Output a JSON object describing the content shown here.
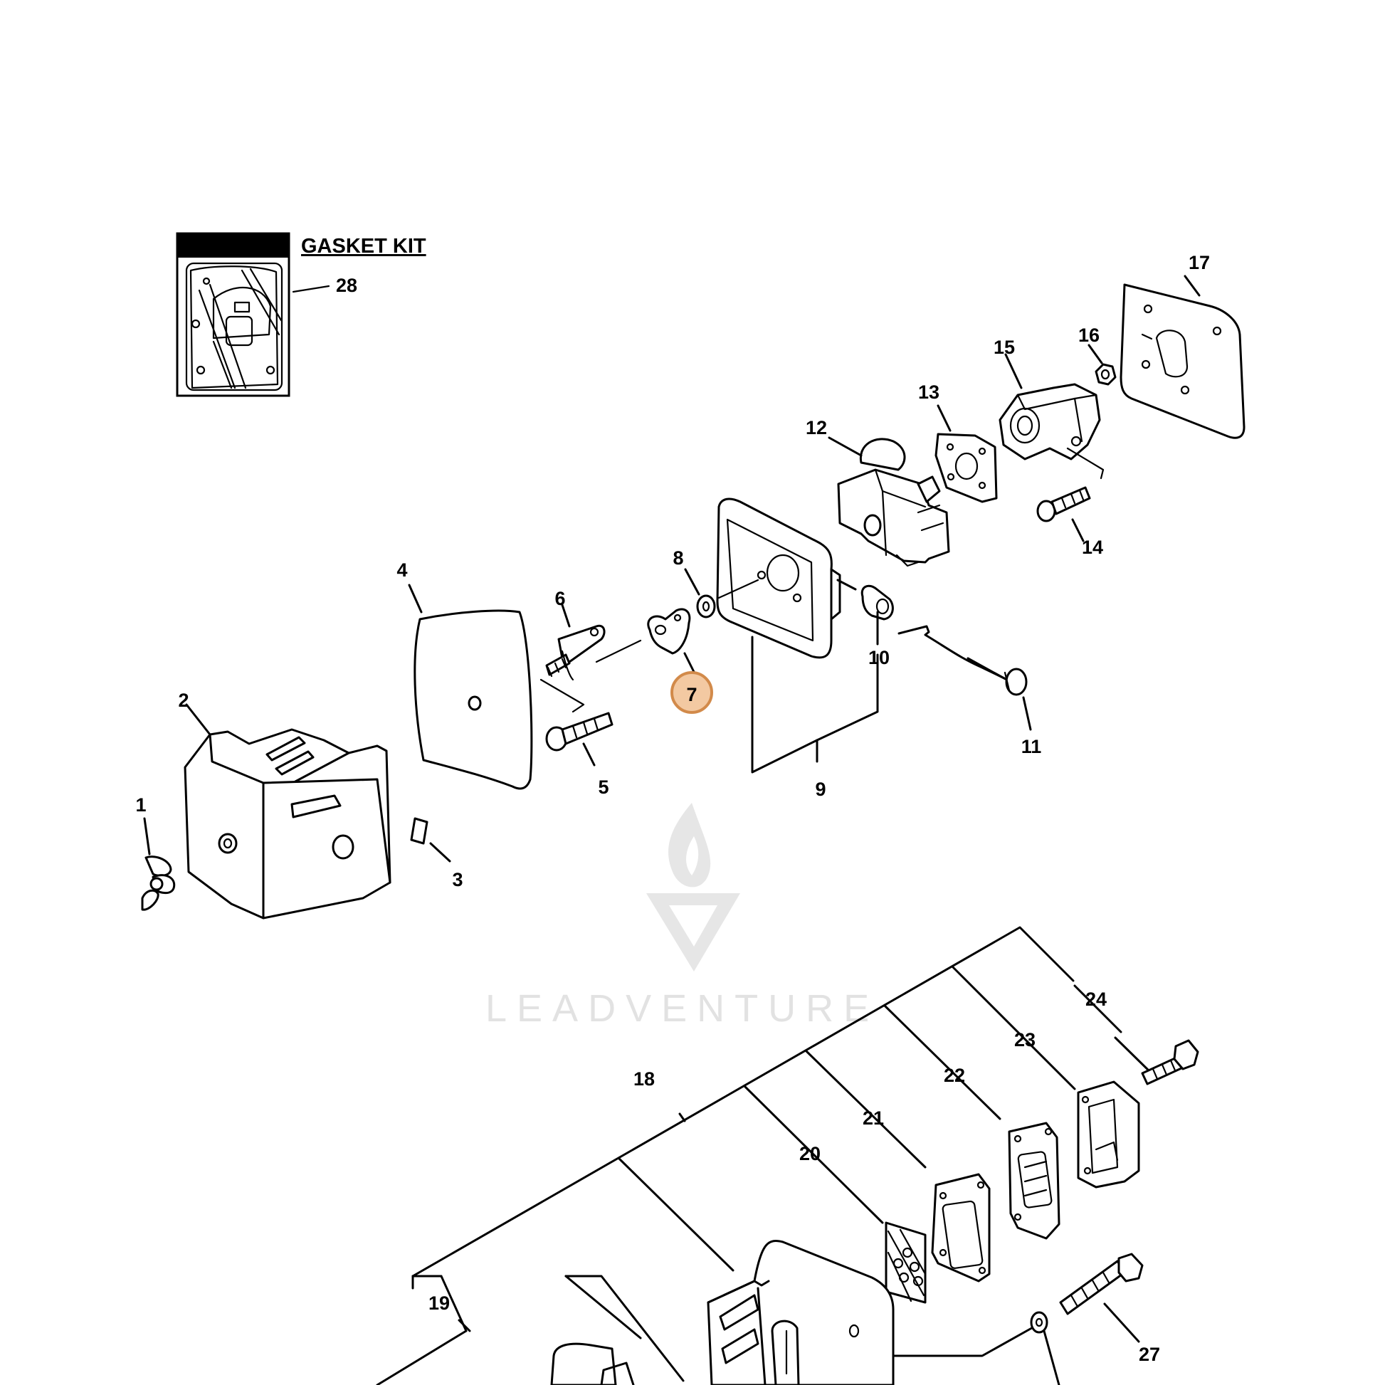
{
  "diagram": {
    "kit_label": "GASKET KIT",
    "watermark_text": "LEADVENTURE",
    "highlighted_callout": "7",
    "highlight_color": "#f3c9a2",
    "callouts": [
      {
        "id": "1",
        "label": "1"
      },
      {
        "id": "2",
        "label": "2"
      },
      {
        "id": "3",
        "label": "3"
      },
      {
        "id": "4",
        "label": "4"
      },
      {
        "id": "5",
        "label": "5"
      },
      {
        "id": "6",
        "label": "6"
      },
      {
        "id": "7",
        "label": "7"
      },
      {
        "id": "8",
        "label": "8"
      },
      {
        "id": "9",
        "label": "9"
      },
      {
        "id": "10",
        "label": "10"
      },
      {
        "id": "11",
        "label": "11"
      },
      {
        "id": "12",
        "label": "12"
      },
      {
        "id": "13",
        "label": "13"
      },
      {
        "id": "14",
        "label": "14"
      },
      {
        "id": "15",
        "label": "15"
      },
      {
        "id": "16",
        "label": "16"
      },
      {
        "id": "17",
        "label": "17"
      },
      {
        "id": "18",
        "label": "18"
      },
      {
        "id": "19",
        "label": "19"
      },
      {
        "id": "20",
        "label": "20"
      },
      {
        "id": "21",
        "label": "21"
      },
      {
        "id": "22",
        "label": "22"
      },
      {
        "id": "23",
        "label": "23"
      },
      {
        "id": "24",
        "label": "24"
      },
      {
        "id": "27",
        "label": "27"
      },
      {
        "id": "28",
        "label": "28"
      }
    ]
  }
}
